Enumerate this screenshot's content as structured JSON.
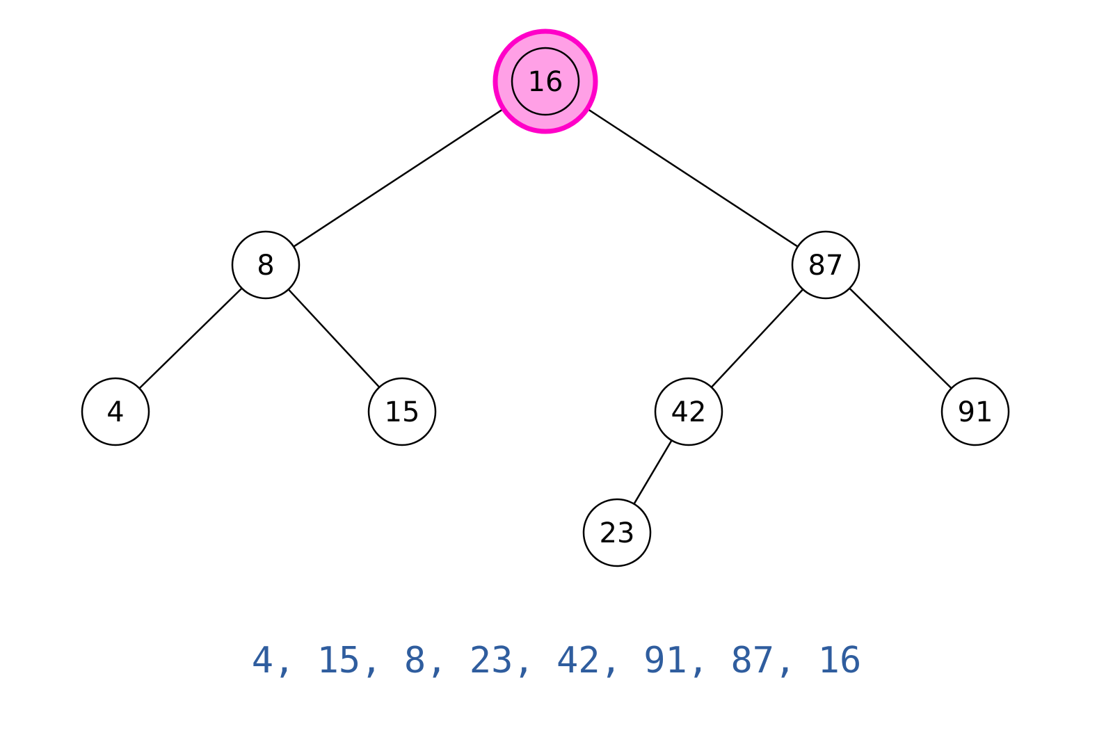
{
  "tree": {
    "nodes": [
      {
        "id": "n16",
        "label": "16",
        "highlighted": true
      },
      {
        "id": "n8",
        "label": "8"
      },
      {
        "id": "n87",
        "label": "87"
      },
      {
        "id": "n4",
        "label": "4"
      },
      {
        "id": "n15",
        "label": "15"
      },
      {
        "id": "n42",
        "label": "42"
      },
      {
        "id": "n91",
        "label": "91"
      },
      {
        "id": "n23",
        "label": "23"
      }
    ],
    "edges": [
      [
        "n16",
        "n8"
      ],
      [
        "n16",
        "n87"
      ],
      [
        "n8",
        "n4"
      ],
      [
        "n8",
        "n15"
      ],
      [
        "n87",
        "n42"
      ],
      [
        "n87",
        "n91"
      ],
      [
        "n42",
        "n23"
      ]
    ],
    "highlight_fill": "#ffa0e6",
    "highlight_stroke": "#ff00c8"
  },
  "traversal_text": "4, 15, 8, 23, 42, 91, 87, 16",
  "colors": {
    "traversal": "#2f5d9e",
    "node_stroke": "#000000",
    "edge": "#000000"
  }
}
